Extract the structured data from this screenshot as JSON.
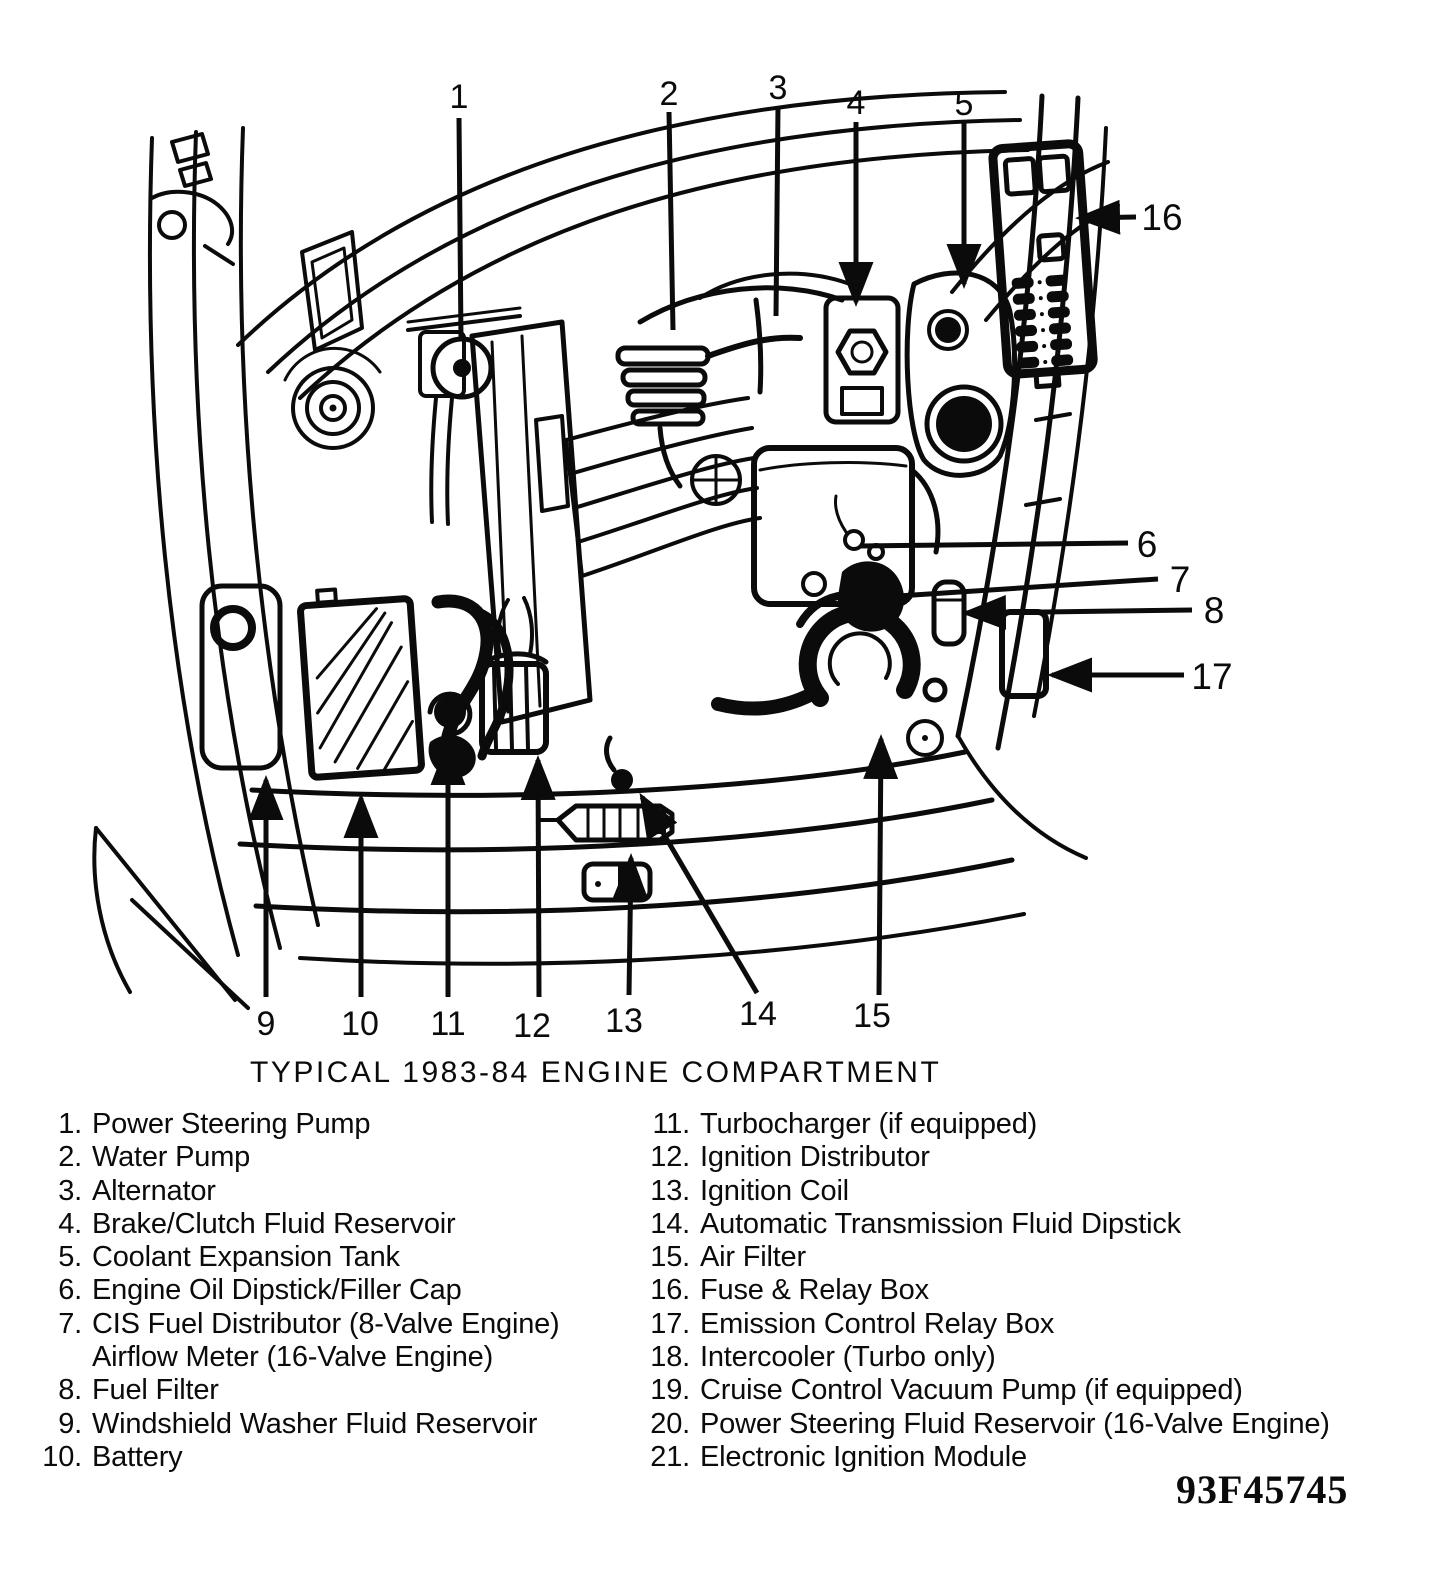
{
  "figure": {
    "title": "TYPICAL 1983-84 ENGINE COMPARTMENT",
    "figure_id": "93F45745"
  },
  "colors": {
    "ink": "#0b0b0b",
    "paper": "#ffffff"
  },
  "callouts": {
    "c1": "1",
    "c2": "2",
    "c3": "3",
    "c4": "4",
    "c5": "5",
    "c6": "6",
    "c7": "7",
    "c8": "8",
    "c9": "9",
    "c10": "10",
    "c11": "11",
    "c12": "12",
    "c13": "13",
    "c14": "14",
    "c15": "15",
    "c16": "16",
    "c17": "17"
  },
  "legend": {
    "left": [
      {
        "num": "1.",
        "label": "Power Steering Pump"
      },
      {
        "num": "2.",
        "label": "Water Pump"
      },
      {
        "num": "3.",
        "label": "Alternator"
      },
      {
        "num": "4.",
        "label": "Brake/Clutch Fluid Reservoir"
      },
      {
        "num": "5.",
        "label": "Coolant Expansion Tank"
      },
      {
        "num": "6.",
        "label": "Engine Oil Dipstick/Filler Cap"
      },
      {
        "num": "7.",
        "label": "CIS Fuel Distributor (8-Valve Engine)"
      },
      {
        "num": "",
        "label": "Airflow Meter (16-Valve Engine)"
      },
      {
        "num": "8.",
        "label": "Fuel Filter"
      },
      {
        "num": "9.",
        "label": "Windshield Washer Fluid Reservoir"
      },
      {
        "num": "10.",
        "label": "Battery"
      }
    ],
    "right": [
      {
        "num": "11.",
        "label": "Turbocharger (if equipped)"
      },
      {
        "num": "12.",
        "label": "Ignition Distributor"
      },
      {
        "num": "13.",
        "label": "Ignition Coil"
      },
      {
        "num": "14.",
        "label": "Automatic Transmission Fluid Dipstick"
      },
      {
        "num": "15.",
        "label": "Air Filter"
      },
      {
        "num": "16.",
        "label": "Fuse & Relay Box"
      },
      {
        "num": "17.",
        "label": "Emission Control Relay Box"
      },
      {
        "num": "18.",
        "label": "Intercooler (Turbo only)"
      },
      {
        "num": "19.",
        "label": "Cruise Control Vacuum Pump (if equipped)"
      },
      {
        "num": "20.",
        "label": "Power Steering Fluid Reservoir (16-Valve Engine)"
      },
      {
        "num": "21.",
        "label": "Electronic Ignition Module"
      }
    ]
  }
}
